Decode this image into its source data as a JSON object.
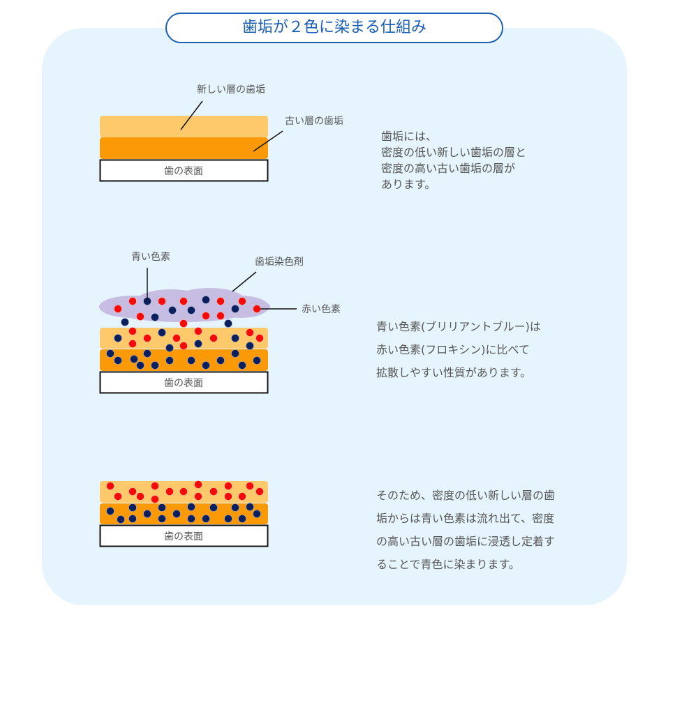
{
  "title": "歯垢が２色に染まる仕組み",
  "colors": {
    "accent": "#1a5fb4",
    "new_plaque": "#fdc96a",
    "old_plaque": "#fb9a06",
    "red_dye": "#f50a0a",
    "blue_dye": "#0a1f5c",
    "stain_agent": "#c7bde2",
    "panel": "#e6f5fd"
  },
  "section1": {
    "label_new": "新しい層の歯垢",
    "label_old": "古い層の歯垢",
    "tooth": "歯の表面",
    "text": [
      "歯垢には、",
      "密度の低い新しい歯垢の層と",
      "密度の高い古い歯垢の層が",
      "あります。"
    ]
  },
  "section2": {
    "label_blue": "青い色素",
    "label_agent": "歯垢染色剤",
    "label_red": "赤い色素",
    "tooth": "歯の表面",
    "text": [
      "青い色素(ブリリアントブルー)は",
      "赤い色素(フロキシン)に比べて",
      "拡散しやすい性質があります。"
    ]
  },
  "section3": {
    "tooth": "歯の表面",
    "text": [
      "そのため、密度の低い新しい層の歯",
      "垢からは青い色素は流れ出て、密度",
      "の高い古い層の歯垢に浸透し定着す",
      "ることで青色に染まります。"
    ]
  }
}
